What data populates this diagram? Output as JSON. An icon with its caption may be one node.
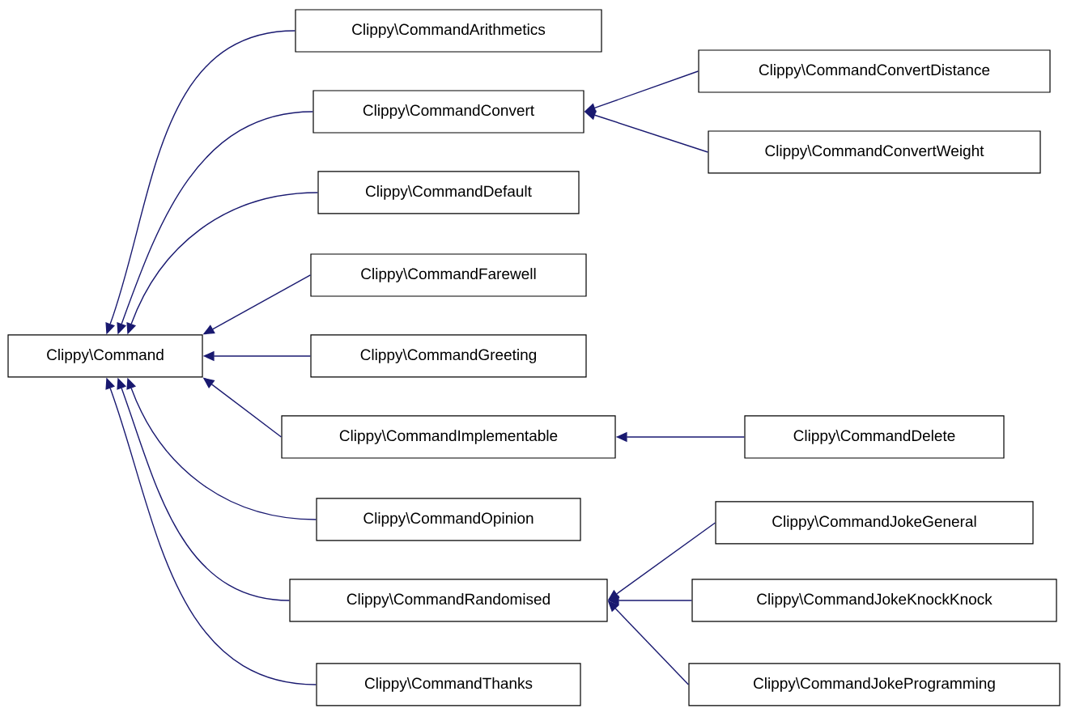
{
  "diagram": {
    "nodes": [
      {
        "text": [
          "Clippy\\Command"
        ]
      },
      {
        "text": [
          "Clippy\\CommandArithmetics"
        ]
      },
      {
        "text": [
          "Clippy\\CommandConvert"
        ]
      },
      {
        "text": [
          "Clippy\\CommandConvertDistance"
        ]
      },
      {
        "text": [
          "Clippy\\CommandConvertWeight"
        ]
      },
      {
        "text": [
          "Clippy\\CommandDefault"
        ]
      },
      {
        "text": [
          "Clippy\\CommandFarewell"
        ]
      },
      {
        "text": [
          "Clippy\\CommandGreeting"
        ]
      },
      {
        "text": [
          "Clippy\\CommandImplementable"
        ]
      },
      {
        "text": [
          "Clippy\\CommandDelete"
        ]
      },
      {
        "text": [
          "Clippy\\CommandOpinion"
        ]
      },
      {
        "text": [
          "Clippy\\CommandRandomised"
        ]
      },
      {
        "text": [
          "Clippy\\CommandJokeGeneral"
        ]
      },
      {
        "text": [
          "Clippy\\CommandJokeKnockKnock"
        ]
      },
      {
        "text": [
          "Clippy\\CommandJokeProgramming"
        ]
      },
      {
        "text": [
          "Clippy\\CommandThanks"
        ]
      }
    ],
    "edges": [
      {
        "from": 1,
        "to": 0,
        "arrow": "to"
      },
      {
        "from": 2,
        "to": 0,
        "arrow": "to"
      },
      {
        "from": 3,
        "to": 2,
        "arrow": "to"
      },
      {
        "from": 4,
        "to": 2,
        "arrow": "to"
      },
      {
        "from": 5,
        "to": 0,
        "arrow": "to"
      },
      {
        "from": 6,
        "to": 0,
        "arrow": "to"
      },
      {
        "from": 7,
        "to": 0,
        "arrow": "to"
      },
      {
        "from": 8,
        "to": 0,
        "arrow": "to"
      },
      {
        "from": 9,
        "to": 8,
        "arrow": "to"
      },
      {
        "from": 10,
        "to": 0,
        "arrow": "to"
      },
      {
        "from": 11,
        "to": 0,
        "arrow": "to"
      },
      {
        "from": 12,
        "to": 11,
        "arrow": "to"
      },
      {
        "from": 13,
        "to": 11,
        "arrow": "to"
      },
      {
        "from": 14,
        "to": 11,
        "arrow": "to"
      },
      {
        "from": 15,
        "to": 0,
        "arrow": "to"
      }
    ]
  }
}
